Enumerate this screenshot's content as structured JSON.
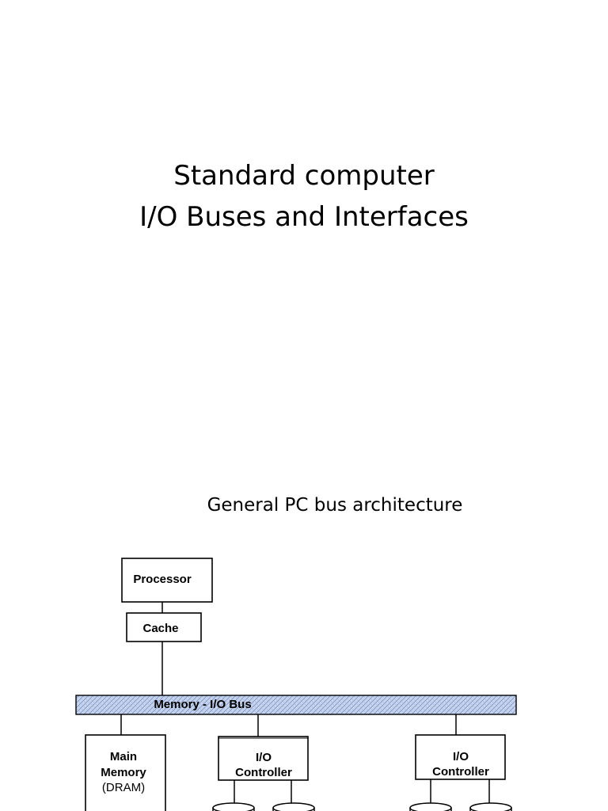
{
  "slide": {
    "title_line1": "Standard computer",
    "title_line2": "I/O Buses and Interfaces"
  },
  "diagram": {
    "title": "General PC bus architecture",
    "processor_label": "Processor",
    "cache_label": "Cache",
    "bus_label": "Memory - I/O Bus",
    "main_memory_line1": "Main",
    "main_memory_line2": "Memory",
    "main_memory_line3": "(DRAM)",
    "io_controller_1_line1": "I/O",
    "io_controller_1_line2": "Controller",
    "io_controller_2_line1": "I/O",
    "io_controller_2_line2": "Controller",
    "bus_fill_color": "#c6d4ee",
    "line_color": "#000000"
  }
}
